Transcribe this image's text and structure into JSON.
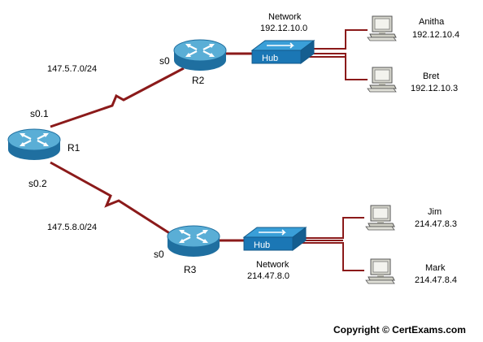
{
  "colors": {
    "link": "#8b1a1a",
    "router_top": "#5aaed6",
    "router_side": "#1f6fa0",
    "hub_top": "#3a9fd8",
    "hub_front": "#1b77b5",
    "lan_line": "#8b1a1a"
  },
  "routers": {
    "r1": {
      "label": "R1"
    },
    "r2": {
      "label": "R2"
    },
    "r3": {
      "label": "R3"
    }
  },
  "interfaces": {
    "r1_top": "s0.1",
    "r1_bottom": "s0.2",
    "r2": "s0",
    "r3": "s0"
  },
  "wan": {
    "r1_r2_subnet": "147.5.7.0/24",
    "r1_r3_subnet": "147.5.8.0/24"
  },
  "hubs": {
    "top": {
      "label": "Hub",
      "network_title": "Network",
      "network_addr": "192.12.10.0"
    },
    "bottom": {
      "label": "Hub",
      "network_title": "Network",
      "network_addr": "214.47.8.0"
    }
  },
  "hosts": {
    "anitha": {
      "name": "Anitha",
      "ip": "192.12.10.4",
      "icon": "computer-icon"
    },
    "bret": {
      "name": "Bret",
      "ip": "192.12.10.3",
      "icon": "computer-icon"
    },
    "jim": {
      "name": "Jim",
      "ip": "214.47.8.3",
      "icon": "computer-icon"
    },
    "mark": {
      "name": "Mark",
      "ip": "214.47.8.4",
      "icon": "computer-icon"
    }
  },
  "copyright": "Copyright © CertExams.com"
}
